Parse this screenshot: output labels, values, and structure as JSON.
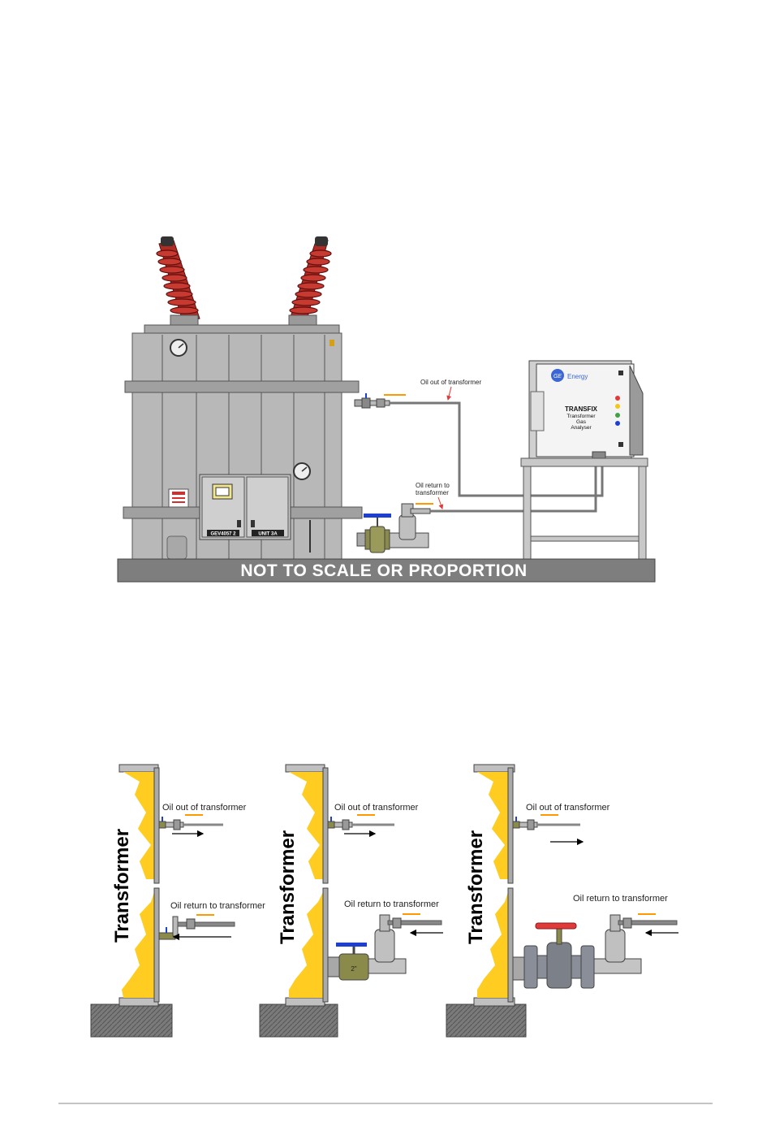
{
  "overview": {
    "banner": "NOT TO SCALE OR PROPORTION",
    "oil_out_label": "Oil out of transformer",
    "oil_return_label_line1": "Oil return to",
    "oil_return_label_line2": "transformer",
    "cabinet_left_plate": "GEV4057 2",
    "cabinet_right_plate": "UNIT 3A",
    "analyser": {
      "brand": "GE",
      "brand_text": "Energy",
      "name": "TRANSFIX",
      "line1": "Transformer",
      "line2": "Gas",
      "line3": "Analyser",
      "led_colors": [
        "#e53935",
        "#f5c518",
        "#43a047",
        "#1e40d0"
      ]
    }
  },
  "variants": [
    {
      "vertical_label": "Transformer",
      "oil_out_label": "Oil out of transformer",
      "oil_return_label": "Oil return to transformer"
    },
    {
      "vertical_label": "Transformer",
      "oil_out_label": "Oil out of transformer",
      "oil_return_label": "Oil return to transformer",
      "valve_size_label": "2\""
    },
    {
      "vertical_label": "Transformer",
      "oil_out_label": "Oil out of transformer",
      "oil_return_label": "Oil return to transformer"
    }
  ],
  "colors": {
    "oil": "#ffcc22",
    "tank": "#b8b8b8",
    "bushing": "#b22a22",
    "ground": "#8a8a8a",
    "accent_orange": "#ff9900",
    "arrow_red": "#e53935"
  }
}
